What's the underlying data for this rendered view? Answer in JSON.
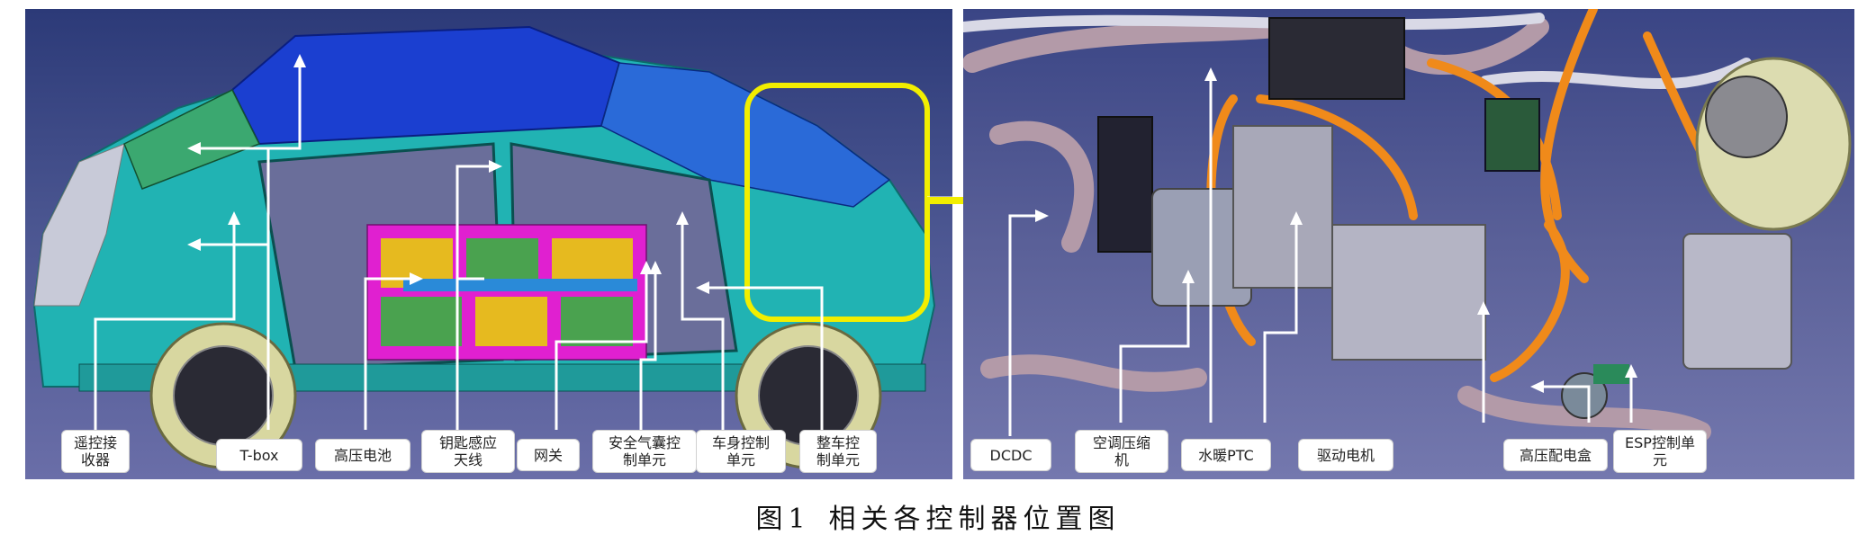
{
  "figure": {
    "left_labels": [
      {
        "id": "remote-receiver",
        "text": "遥控接\n收器"
      },
      {
        "id": "tbox",
        "text": "T-box"
      },
      {
        "id": "hv-battery",
        "text": "高压电池"
      },
      {
        "id": "key-antenna",
        "text": "钥匙感应\n天线"
      },
      {
        "id": "gateway",
        "text": "网关"
      },
      {
        "id": "airbag-unit",
        "text": "安全气囊控\n制单元"
      },
      {
        "id": "body-control",
        "text": "车身控制\n单元"
      },
      {
        "id": "vehicle-control",
        "text": "整车控\n制单元"
      }
    ],
    "right_labels": [
      {
        "id": "dcdc",
        "text": "DCDC"
      },
      {
        "id": "ac-compressor",
        "text": "空调压缩\n机"
      },
      {
        "id": "water-ptc",
        "text": "水暖PTC"
      },
      {
        "id": "drive-motor",
        "text": "驱动电机"
      },
      {
        "id": "hv-distribution",
        "text": "高压配电盒"
      },
      {
        "id": "esp-unit",
        "text": "ESP控制单\n元"
      }
    ],
    "caption_number": "图1",
    "caption_title": "相关各控制器位置图",
    "colors": {
      "highlight": "#f2ee00",
      "arrow": "#ffffff",
      "body_teal": "#22b8b8",
      "roof_blue": "#1b3fd0",
      "battery_magenta": "#e020d0",
      "orange_cable": "#f08a1a"
    }
  }
}
